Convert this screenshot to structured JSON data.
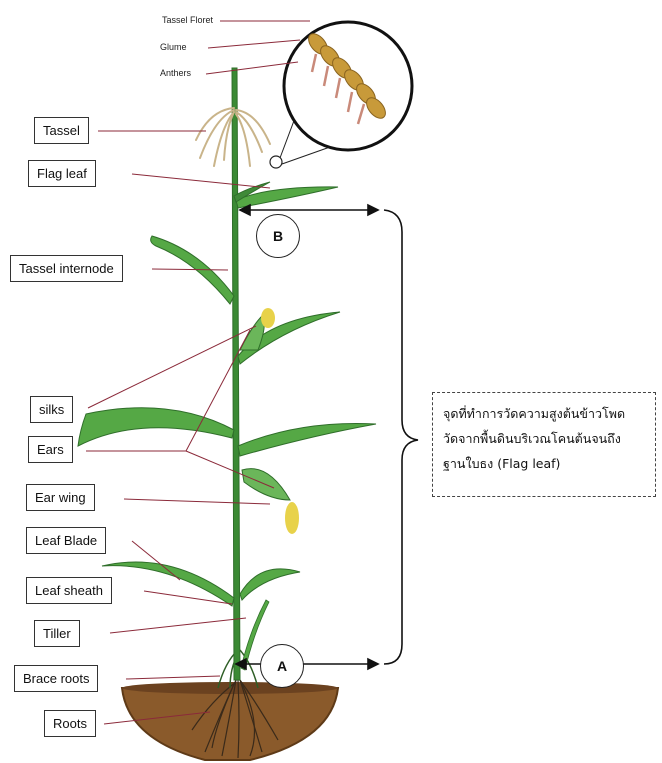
{
  "labels": {
    "tassel_floret": "Tassel Floret",
    "glume": "Glume",
    "anthers": "Anthers",
    "tassel": "Tassel",
    "flag_leaf": "Flag leaf",
    "tassel_internode": "Tassel   internode",
    "silks": "silks",
    "ears": "Ears",
    "ear_wing": "Ear wing",
    "leaf_blade": "Leaf Blade",
    "leaf_sheath": "Leaf sheath",
    "tiller": "Tiller",
    "brace_roots": "Brace roots",
    "roots": "Roots"
  },
  "markers": {
    "a": "A",
    "b": "B"
  },
  "note": {
    "line1": "จุดที่ทำการวัดความสูงต้นข้าวโพด",
    "line2": "วัดจากพื้นดินบริเวณโคนต้นจนถึง",
    "line3": "ฐานใบธง (Flag leaf)"
  },
  "colors": {
    "leaf": "#55a845",
    "leaf_dark": "#2f6e2a",
    "stem": "#3b8a34",
    "soil": "#8a5a2b",
    "soil_dark": "#5e3a17",
    "leader_line": "#8b2a3a",
    "tassel": "#c9b48a",
    "ear_silk": "#e8d24a"
  }
}
